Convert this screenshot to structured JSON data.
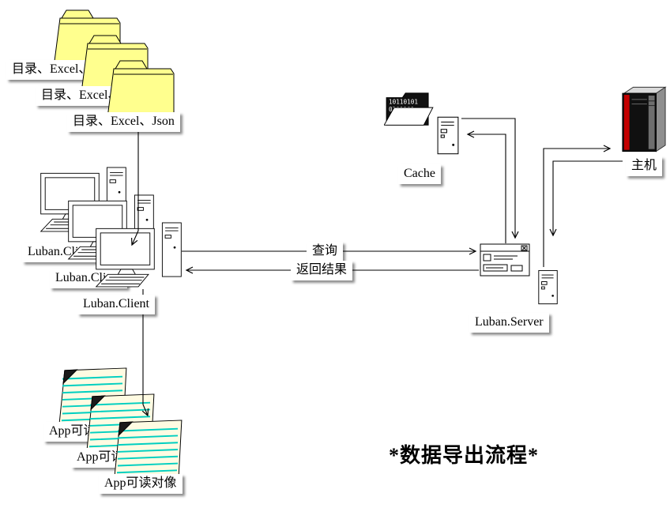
{
  "title": "*数据导出流程*",
  "nodes": {
    "folders": {
      "label": "目录、Excel、Json"
    },
    "clients": {
      "label": "Luban.Client"
    },
    "apps": {
      "label": "App可读对像"
    },
    "cache": {
      "label": "Cache",
      "binary_rows": [
        "10110101",
        "0101101"
      ]
    },
    "host": {
      "label": "主机"
    },
    "server": {
      "label": "Luban.Server"
    }
  },
  "edges": {
    "query": "查询",
    "result": "返回结果"
  },
  "colors": {
    "folder": "#ffff8e",
    "note": "#fffbe2",
    "note_line": "#00cfc0",
    "fold": "#1a1a1a",
    "host_front": "#101010",
    "host_red": "#c40000",
    "host_top": "#d9d9d9",
    "host_side": "#8f8f8f",
    "line": "#000000",
    "label_bg": "#ffffff"
  }
}
